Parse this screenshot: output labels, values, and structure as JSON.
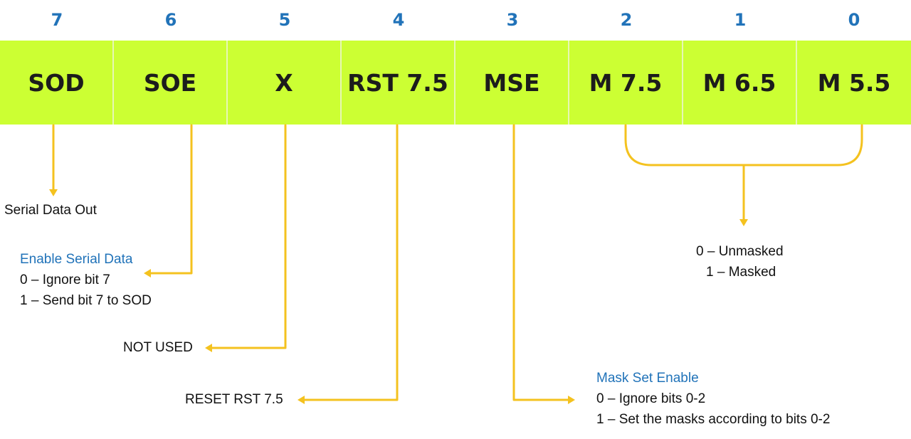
{
  "colors": {
    "bit_number": "#2173b9",
    "cell_fill": "#ccff33",
    "connector": "#f4c21f",
    "heading": "#2173b9"
  },
  "bit_numbers": [
    "7",
    "6",
    "5",
    "4",
    "3",
    "2",
    "1",
    "0"
  ],
  "bits": [
    "SOD",
    "SOE",
    "X",
    "RST 7.5",
    "MSE",
    "M 7.5",
    "M 6.5",
    "M 5.5"
  ],
  "annotations": {
    "sod": {
      "text": "Serial Data Out"
    },
    "soe": {
      "heading": "Enable Serial Data",
      "line1": "0 – Ignore bit 7",
      "line2": "1 – Send bit 7 to SOD"
    },
    "x": {
      "text": "NOT USED"
    },
    "rst": {
      "text": "RESET RST 7.5"
    },
    "mse": {
      "heading": "Mask Set Enable",
      "line1": "0 – Ignore bits 0-2",
      "line2": "1 – Set the masks according to bits 0-2"
    },
    "masks": {
      "line1": "0 – Unmasked",
      "line2": "1 – Masked"
    }
  }
}
